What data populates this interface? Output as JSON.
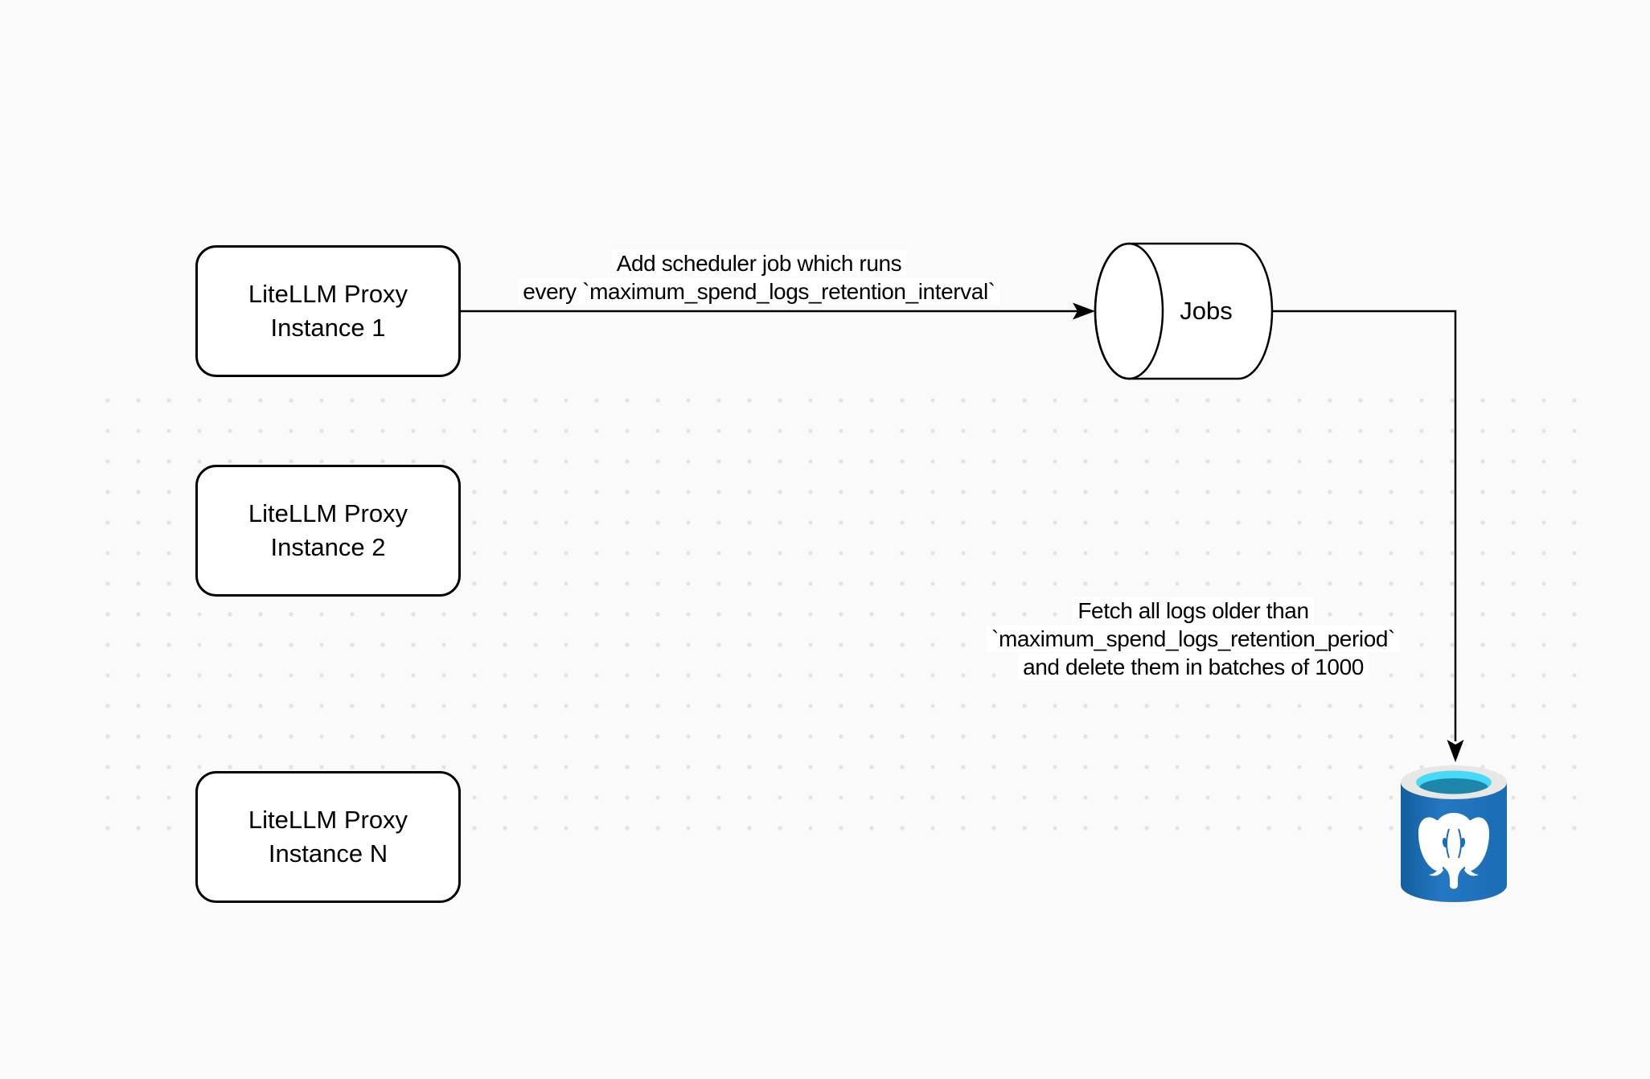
{
  "diagram": {
    "background_color": "#fafafa",
    "dot_grid_color": "#e3e3e3",
    "stroke_color": "#000000"
  },
  "nodes": {
    "proxy_instances": [
      {
        "line1": "LiteLLM Proxy",
        "line2": "Instance 1"
      },
      {
        "line1": "LiteLLM Proxy",
        "line2": "Instance 2"
      },
      {
        "line1": "LiteLLM Proxy",
        "line2": "Instance N"
      }
    ],
    "jobs": {
      "label": "Jobs"
    },
    "database": {
      "icon": "postgresql-database-icon",
      "body_color": "#1d6fb8",
      "rim_color": "#e9e7e3",
      "opening_color": "#46daf6",
      "liquid_color": "#1e86aa",
      "elephant_color": "#ffffff"
    }
  },
  "edges": {
    "scheduler": {
      "line1": "Add scheduler job which runs",
      "line2": "every `maximum_spend_logs_retention_interval`"
    },
    "fetch_delete": {
      "line1": "Fetch all logs older than",
      "line2": "`maximum_spend_logs_retention_period`",
      "line3": "and delete them in batches of 1000"
    }
  }
}
